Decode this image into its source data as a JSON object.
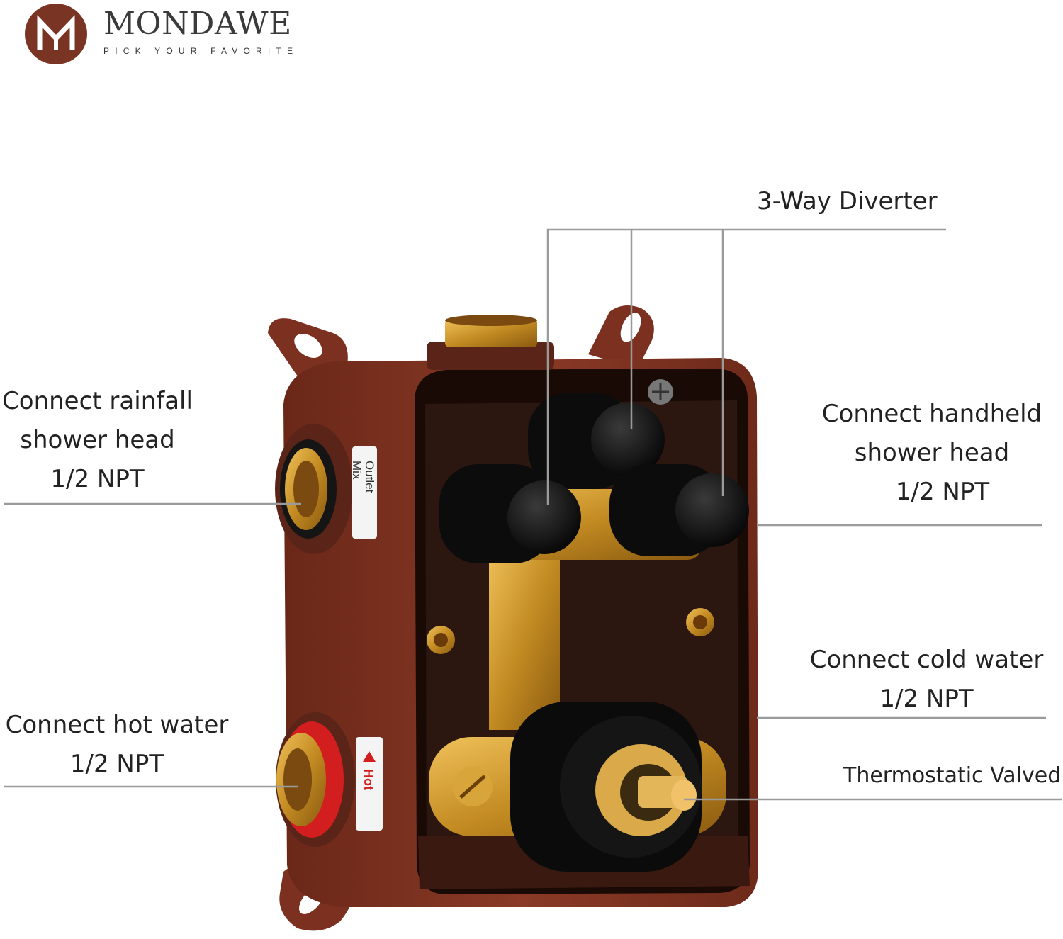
{
  "brand": {
    "name": "MONDAWE",
    "tagline": "PICK YOUR FAVORITE",
    "color": "#7a3424"
  },
  "callouts": {
    "diverter": "3-Way Diverter",
    "rainfall": [
      "Connect rainfall",
      "shower head",
      "1/2 NPT"
    ],
    "handheld": [
      "Connect handheld",
      "shower head",
      "1/2 NPT"
    ],
    "cold": [
      "Connect cold water",
      "1/2 NPT"
    ],
    "hot": [
      "Connect hot water",
      "1/2 NPT"
    ],
    "thermostatic": "Thermostatic Valved"
  },
  "product_labels": {
    "outlet": "Outlet",
    "mix": "Mix",
    "hot": "Hot"
  },
  "colors": {
    "box": "#7b3020",
    "brass": "#c9962a",
    "knob": "#111111",
    "hot_ring": "#d21e1e",
    "leader": "#9a9a9a"
  }
}
